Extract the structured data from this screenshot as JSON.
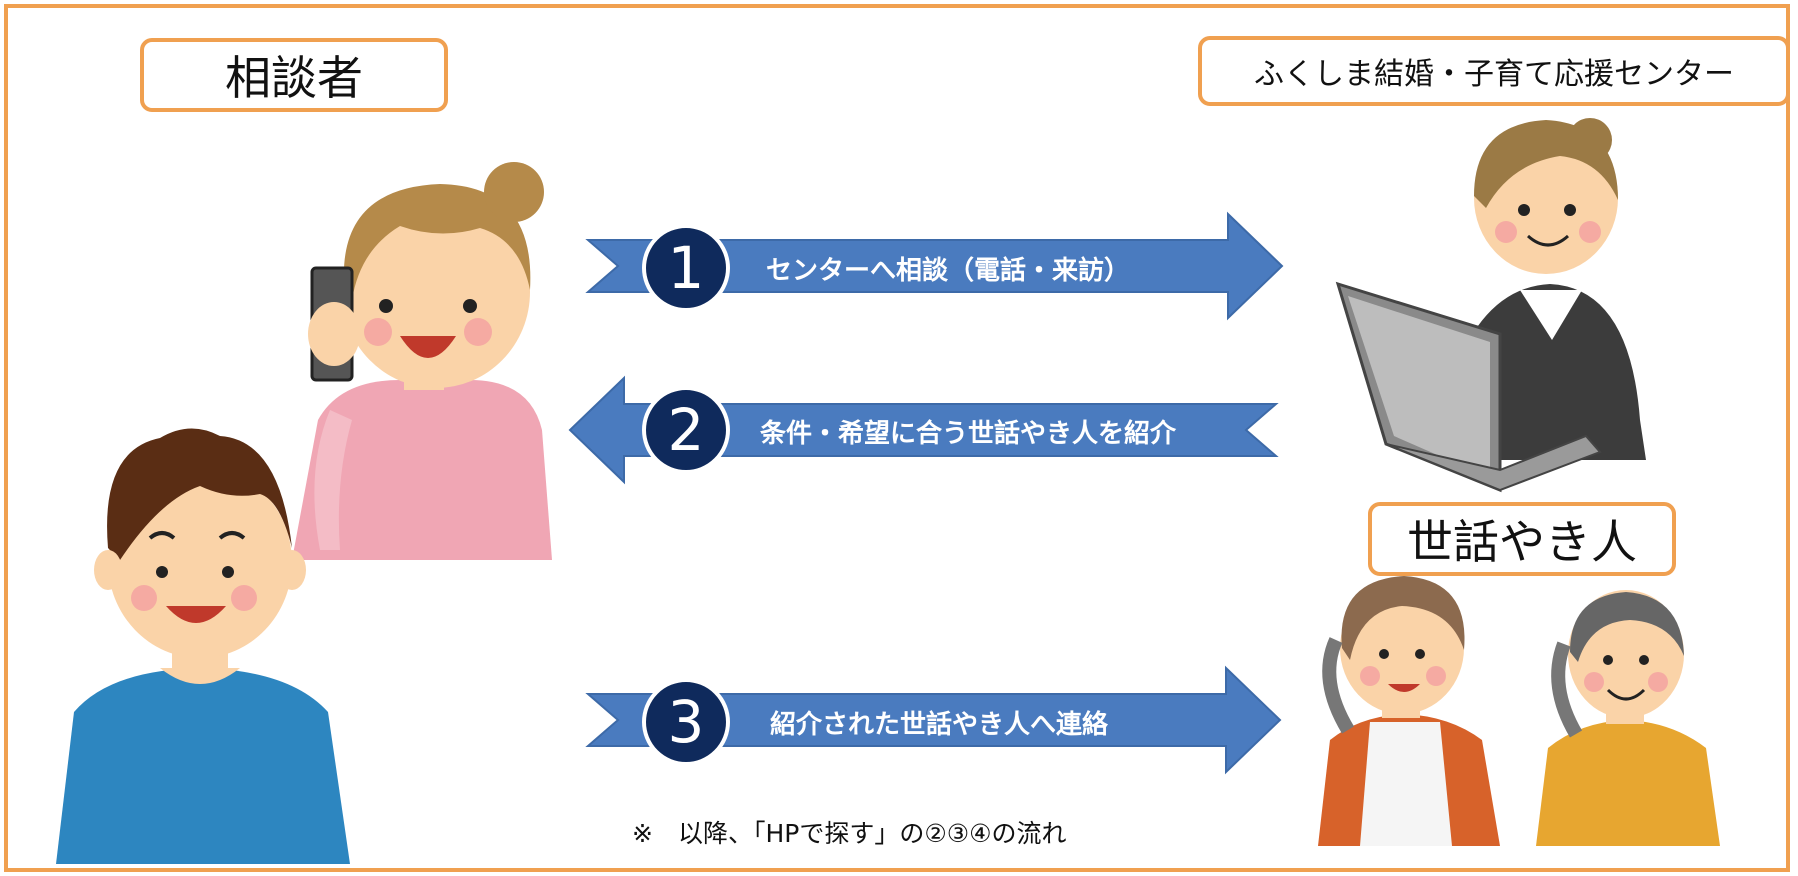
{
  "labels": {
    "consultant": "相談者",
    "center": "ふくしま結婚・子育て応援センター",
    "matchmaker": "世話やき人"
  },
  "steps": [
    {
      "number": "1",
      "text": "センターへ相談（電話・来訪）",
      "direction": "right"
    },
    {
      "number": "2",
      "text": "条件・希望に合う世話やき人を紹介",
      "direction": "left"
    },
    {
      "number": "3",
      "text": "紹介された世話やき人へ連絡",
      "direction": "right"
    }
  ],
  "note": "※　以降、「HPで探す」の②③④の流れ",
  "colors": {
    "border": "#f0a050",
    "arrow": "#4a7bbf",
    "circle": "#0f2a5c"
  },
  "icons": {
    "woman": "woman-on-phone-icon",
    "man": "man-smiling-icon",
    "staff": "staff-at-laptop-icon",
    "elders": "elderly-couple-on-phone-icon"
  }
}
